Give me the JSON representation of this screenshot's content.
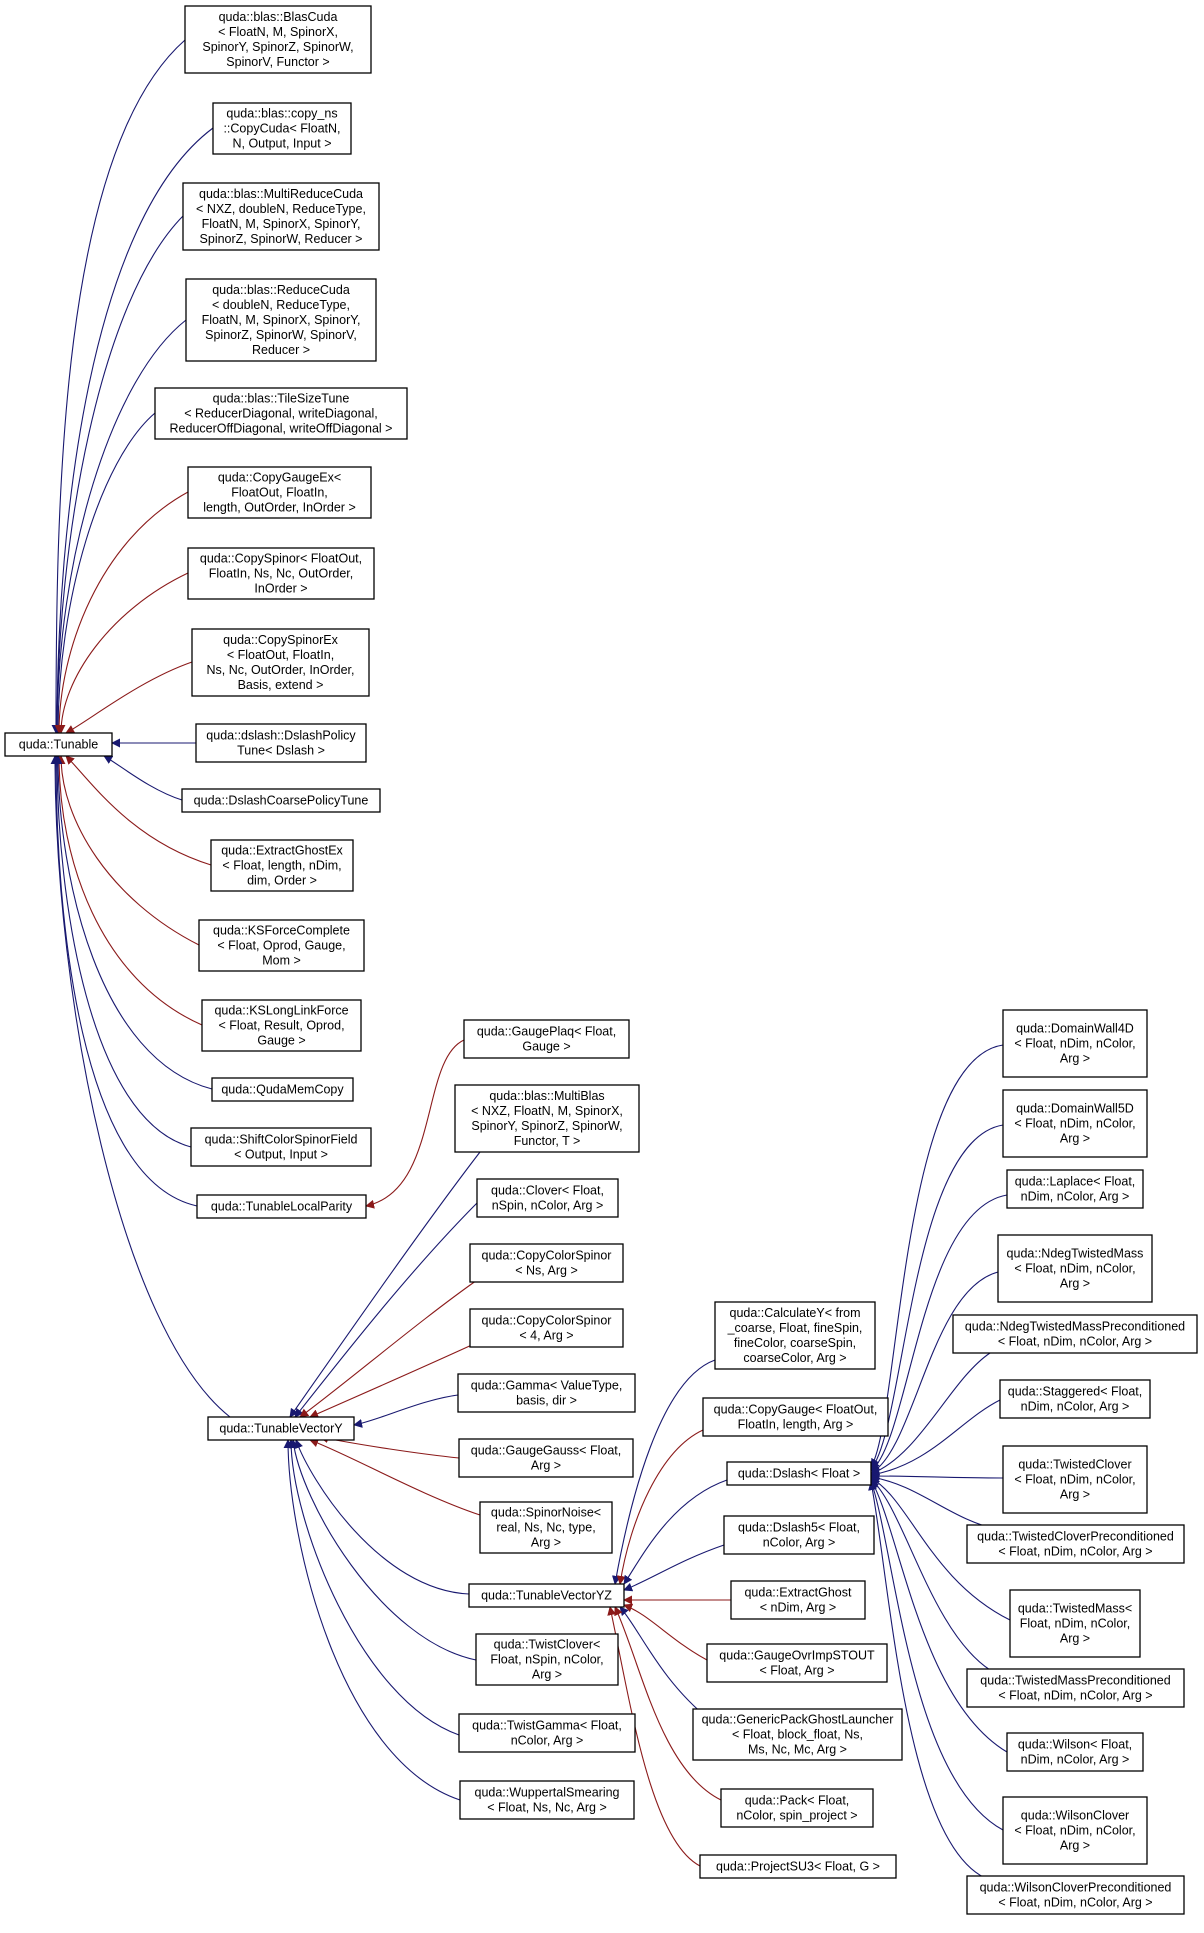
{
  "colors": {
    "public_edge": "#191970",
    "protected_edge": "#8b1a1a",
    "node_border": "#000000",
    "background": "#ffffff"
  },
  "nodes": {
    "tunable": {
      "lines": [
        "quda::Tunable"
      ]
    },
    "blascuda": {
      "lines": [
        "quda::blas::BlasCuda",
        "< FloatN, M, SpinorX,",
        "SpinorY, SpinorZ, SpinorW,",
        "SpinorV, Functor >"
      ]
    },
    "copycuda": {
      "lines": [
        "quda::blas::copy_ns",
        "::CopyCuda< FloatN,",
        "N, Output, Input >"
      ]
    },
    "multireducecuda": {
      "lines": [
        "quda::blas::MultiReduceCuda",
        "< NXZ, doubleN, ReduceType,",
        "FloatN, M, SpinorX, SpinorY,",
        "SpinorZ, SpinorW, Reducer >"
      ]
    },
    "reducecuda": {
      "lines": [
        "quda::blas::ReduceCuda",
        "< doubleN, ReduceType,",
        "FloatN, M, SpinorX, SpinorY,",
        "SpinorZ, SpinorW, SpinorV,",
        "Reducer >"
      ]
    },
    "tilesizetune": {
      "lines": [
        "quda::blas::TileSizeTune",
        "< ReducerDiagonal, writeDiagonal,",
        "ReducerOffDiagonal, writeOffDiagonal >"
      ]
    },
    "copygaugeex": {
      "lines": [
        "quda::CopyGaugeEx<",
        "FloatOut, FloatIn,",
        "length, OutOrder, InOrder >"
      ]
    },
    "copyspinor": {
      "lines": [
        "quda::CopySpinor< FloatOut,",
        "FloatIn, Ns, Nc, OutOrder,",
        "InOrder >"
      ]
    },
    "copyspinorex": {
      "lines": [
        "quda::CopySpinorEx",
        "< FloatOut, FloatIn,",
        "Ns, Nc, OutOrder, InOrder,",
        "Basis, extend >"
      ]
    },
    "dslashpolicytune": {
      "lines": [
        "quda::dslash::DslashPolicy",
        "Tune< Dslash >"
      ]
    },
    "dslashcoarsepolicytune": {
      "lines": [
        "quda::DslashCoarsePolicyTune"
      ]
    },
    "extractghostex": {
      "lines": [
        "quda::ExtractGhostEx",
        "< Float, length, nDim,",
        "dim, Order >"
      ]
    },
    "ksforcecomplete": {
      "lines": [
        "quda::KSForceComplete",
        "< Float, Oprod, Gauge,",
        "Mom >"
      ]
    },
    "kslonglinkforce": {
      "lines": [
        "quda::KSLongLinkForce",
        "< Float, Result, Oprod,",
        "Gauge >"
      ]
    },
    "qudamemcopy": {
      "lines": [
        "quda::QudaMemCopy"
      ]
    },
    "shiftcolorspinorfield": {
      "lines": [
        "quda::ShiftColorSpinorField",
        "< Output, Input >"
      ]
    },
    "tunablelocalparity": {
      "lines": [
        "quda::TunableLocalParity"
      ]
    },
    "gaugeplaq": {
      "lines": [
        "quda::GaugePlaq< Float,",
        "Gauge >"
      ]
    },
    "multiblas": {
      "lines": [
        "quda::blas::MultiBlas",
        "< NXZ, FloatN, M, SpinorX,",
        "SpinorY, SpinorZ, SpinorW,",
        "Functor, T >"
      ]
    },
    "tunablevectory": {
      "lines": [
        "quda::TunableVectorY"
      ]
    },
    "clover": {
      "lines": [
        "quda::Clover< Float,",
        "nSpin, nColor, Arg >"
      ]
    },
    "copycolorspinor1": {
      "lines": [
        "quda::CopyColorSpinor",
        "< Ns, Arg >"
      ]
    },
    "copycolorspinor2": {
      "lines": [
        "quda::CopyColorSpinor",
        "< 4, Arg >"
      ]
    },
    "gamma": {
      "lines": [
        "quda::Gamma< ValueType,",
        "basis, dir >"
      ]
    },
    "gaugegauss": {
      "lines": [
        "quda::GaugeGauss< Float,",
        "Arg >"
      ]
    },
    "spinornoise": {
      "lines": [
        "quda::SpinorNoise<",
        "real, Ns, Nc, type,",
        "Arg >"
      ]
    },
    "tunablevectoryz": {
      "lines": [
        "quda::TunableVectorYZ"
      ]
    },
    "twistclover": {
      "lines": [
        "quda::TwistClover<",
        "Float, nSpin, nColor,",
        "Arg >"
      ]
    },
    "twistgamma": {
      "lines": [
        "quda::TwistGamma< Float,",
        "nColor, Arg >"
      ]
    },
    "wuppertalsmearing": {
      "lines": [
        "quda::WuppertalSmearing",
        "< Float, Ns, Nc, Arg >"
      ]
    },
    "calculatey": {
      "lines": [
        "quda::CalculateY< from",
        "_coarse, Float, fineSpin,",
        "fineColor, coarseSpin,",
        "coarseColor, Arg >"
      ]
    },
    "copygauge": {
      "lines": [
        "quda::CopyGauge< FloatOut,",
        "FloatIn, length, Arg >"
      ]
    },
    "dslash": {
      "lines": [
        "quda::Dslash< Float >"
      ]
    },
    "dslash5": {
      "lines": [
        "quda::Dslash5< Float,",
        "nColor, Arg >"
      ]
    },
    "extractghost": {
      "lines": [
        "quda::ExtractGhost",
        "< nDim, Arg >"
      ]
    },
    "gaugeovrimpstout": {
      "lines": [
        "quda::GaugeOvrImpSTOUT",
        "< Float, Arg >"
      ]
    },
    "genericpackghostlauncher": {
      "lines": [
        "quda::GenericPackGhostLauncher",
        "< Float, block_float, Ns,",
        "Ms, Nc, Mc, Arg >"
      ]
    },
    "pack": {
      "lines": [
        "quda::Pack< Float,",
        "nColor, spin_project >"
      ]
    },
    "projectsu3": {
      "lines": [
        "quda::ProjectSU3< Float, G >"
      ]
    },
    "domainwall4d": {
      "lines": [
        "quda::DomainWall4D",
        "< Float, nDim, nColor,",
        "Arg >"
      ]
    },
    "domainwall5d": {
      "lines": [
        "quda::DomainWall5D",
        "< Float, nDim, nColor,",
        "Arg >"
      ]
    },
    "laplace": {
      "lines": [
        "quda::Laplace< Float,",
        "nDim, nColor, Arg >"
      ]
    },
    "ndegtwistedmass": {
      "lines": [
        "quda::NdegTwistedMass",
        "< Float, nDim, nColor,",
        "Arg >"
      ]
    },
    "ndegtwistedmassprec": {
      "lines": [
        "quda::NdegTwistedMassPreconditioned",
        "< Float, nDim, nColor, Arg >"
      ]
    },
    "staggered": {
      "lines": [
        "quda::Staggered< Float,",
        "nDim, nColor, Arg >"
      ]
    },
    "twistedclover": {
      "lines": [
        "quda::TwistedClover",
        "< Float, nDim, nColor,",
        "Arg >"
      ]
    },
    "twistedcloverprec": {
      "lines": [
        "quda::TwistedCloverPreconditioned",
        "< Float, nDim, nColor, Arg >"
      ]
    },
    "twistedmass": {
      "lines": [
        "quda::TwistedMass<",
        "Float, nDim, nColor,",
        "Arg >"
      ]
    },
    "twistedmassprec": {
      "lines": [
        "quda::TwistedMassPreconditioned",
        "< Float, nDim, nColor, Arg >"
      ]
    },
    "wilson": {
      "lines": [
        "quda::Wilson< Float,",
        "nDim, nColor, Arg >"
      ]
    },
    "wilsonclover": {
      "lines": [
        "quda::WilsonClover",
        "< Float, nDim, nColor,",
        "Arg >"
      ]
    },
    "wilsoncloverprec": {
      "lines": [
        "quda::WilsonCloverPreconditioned",
        "< Float, nDim, nColor, Arg >"
      ]
    }
  },
  "edges": [
    {
      "from": "blascuda",
      "to": "tunable",
      "kind": "public"
    },
    {
      "from": "copycuda",
      "to": "tunable",
      "kind": "public"
    },
    {
      "from": "multireducecuda",
      "to": "tunable",
      "kind": "public"
    },
    {
      "from": "reducecuda",
      "to": "tunable",
      "kind": "public"
    },
    {
      "from": "tilesizetune",
      "to": "tunable",
      "kind": "public"
    },
    {
      "from": "copygaugeex",
      "to": "tunable",
      "kind": "protected"
    },
    {
      "from": "copyspinor",
      "to": "tunable",
      "kind": "protected"
    },
    {
      "from": "copyspinorex",
      "to": "tunable",
      "kind": "protected"
    },
    {
      "from": "dslashpolicytune",
      "to": "tunable",
      "kind": "public"
    },
    {
      "from": "dslashcoarsepolicytune",
      "to": "tunable",
      "kind": "public"
    },
    {
      "from": "extractghostex",
      "to": "tunable",
      "kind": "protected"
    },
    {
      "from": "ksforcecomplete",
      "to": "tunable",
      "kind": "protected"
    },
    {
      "from": "kslonglinkforce",
      "to": "tunable",
      "kind": "protected"
    },
    {
      "from": "qudamemcopy",
      "to": "tunable",
      "kind": "public"
    },
    {
      "from": "shiftcolorspinorfield",
      "to": "tunable",
      "kind": "public"
    },
    {
      "from": "tunablelocalparity",
      "to": "tunable",
      "kind": "public"
    },
    {
      "from": "tunablevectory",
      "to": "tunable",
      "kind": "public"
    },
    {
      "from": "gaugeplaq",
      "to": "tunablelocalparity",
      "kind": "protected"
    },
    {
      "from": "multiblas",
      "to": "tunablevectory",
      "kind": "public"
    },
    {
      "from": "clover",
      "to": "tunablevectory",
      "kind": "public"
    },
    {
      "from": "copycolorspinor1",
      "to": "tunablevectory",
      "kind": "protected"
    },
    {
      "from": "copycolorspinor2",
      "to": "tunablevectory",
      "kind": "protected"
    },
    {
      "from": "gamma",
      "to": "tunablevectory",
      "kind": "public"
    },
    {
      "from": "gaugegauss",
      "to": "tunablevectory",
      "kind": "protected"
    },
    {
      "from": "spinornoise",
      "to": "tunablevectory",
      "kind": "protected"
    },
    {
      "from": "tunablevectoryz",
      "to": "tunablevectory",
      "kind": "public"
    },
    {
      "from": "twistclover",
      "to": "tunablevectory",
      "kind": "public"
    },
    {
      "from": "twistgamma",
      "to": "tunablevectory",
      "kind": "public"
    },
    {
      "from": "wuppertalsmearing",
      "to": "tunablevectory",
      "kind": "public"
    },
    {
      "from": "calculatey",
      "to": "tunablevectoryz",
      "kind": "public"
    },
    {
      "from": "copygauge",
      "to": "tunablevectoryz",
      "kind": "protected"
    },
    {
      "from": "dslash",
      "to": "tunablevectoryz",
      "kind": "public"
    },
    {
      "from": "dslash5",
      "to": "tunablevectoryz",
      "kind": "public"
    },
    {
      "from": "extractghost",
      "to": "tunablevectoryz",
      "kind": "protected"
    },
    {
      "from": "gaugeovrimpstout",
      "to": "tunablevectoryz",
      "kind": "protected"
    },
    {
      "from": "genericpackghostlauncher",
      "to": "tunablevectoryz",
      "kind": "public"
    },
    {
      "from": "pack",
      "to": "tunablevectoryz",
      "kind": "protected"
    },
    {
      "from": "projectsu3",
      "to": "tunablevectoryz",
      "kind": "protected"
    },
    {
      "from": "domainwall4d",
      "to": "dslash",
      "kind": "public"
    },
    {
      "from": "domainwall5d",
      "to": "dslash",
      "kind": "public"
    },
    {
      "from": "laplace",
      "to": "dslash",
      "kind": "public"
    },
    {
      "from": "ndegtwistedmass",
      "to": "dslash",
      "kind": "public"
    },
    {
      "from": "ndegtwistedmassprec",
      "to": "dslash",
      "kind": "public"
    },
    {
      "from": "staggered",
      "to": "dslash",
      "kind": "public"
    },
    {
      "from": "twistedclover",
      "to": "dslash",
      "kind": "public"
    },
    {
      "from": "twistedcloverprec",
      "to": "dslash",
      "kind": "public"
    },
    {
      "from": "twistedmass",
      "to": "dslash",
      "kind": "public"
    },
    {
      "from": "twistedmassprec",
      "to": "dslash",
      "kind": "public"
    },
    {
      "from": "wilson",
      "to": "dslash",
      "kind": "public"
    },
    {
      "from": "wilsonclover",
      "to": "dslash",
      "kind": "public"
    },
    {
      "from": "wilsoncloverprec",
      "to": "dslash",
      "kind": "public"
    }
  ]
}
